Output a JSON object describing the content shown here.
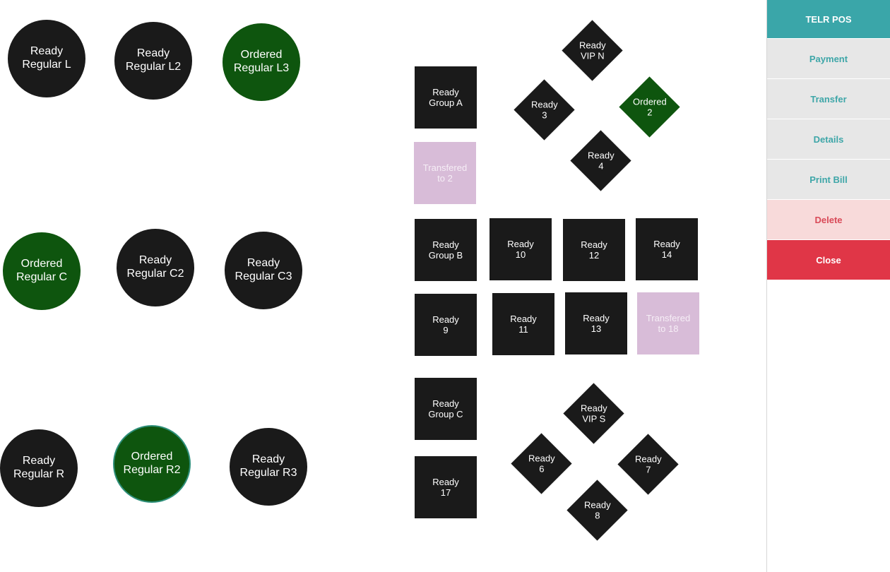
{
  "sidebar": {
    "title": "TELR POS",
    "payment": "Payment",
    "transfer": "Transfer",
    "details": "Details",
    "print_bill": "Print Bill",
    "delete": "Delete",
    "close": "Close"
  },
  "colors": {
    "ready": "#1a1a1a",
    "ordered": "#0e550e",
    "transfered": "#d8bcd8",
    "accent": "#3aa6a9",
    "close": "#e03647"
  },
  "tables": {
    "regular_l": {
      "status": "Ready",
      "name": "Regular L"
    },
    "regular_l2": {
      "status": "Ready",
      "name": "Regular L2"
    },
    "regular_l3": {
      "status": "Ordered",
      "name": "Regular L3"
    },
    "regular_c": {
      "status": "Ordered",
      "name": "Regular C"
    },
    "regular_c2": {
      "status": "Ready",
      "name": "Regular C2"
    },
    "regular_c3": {
      "status": "Ready",
      "name": "Regular C3"
    },
    "regular_r": {
      "status": "Ready",
      "name": "Regular R"
    },
    "regular_r2": {
      "status": "Ordered",
      "name": "Regular R2"
    },
    "regular_r3": {
      "status": "Ready",
      "name": "Regular R3"
    },
    "group_a": {
      "status": "Ready",
      "name": "Group A"
    },
    "transfer_2": {
      "status": "Transfered",
      "name": "to 2"
    },
    "group_b": {
      "status": "Ready",
      "name": "Group B"
    },
    "t10": {
      "status": "Ready",
      "name": "10"
    },
    "t12": {
      "status": "Ready",
      "name": "12"
    },
    "t14": {
      "status": "Ready",
      "name": "14"
    },
    "t9": {
      "status": "Ready",
      "name": "9"
    },
    "t11": {
      "status": "Ready",
      "name": "11"
    },
    "t13": {
      "status": "Ready",
      "name": "13"
    },
    "transfer_18": {
      "status": "Transfered",
      "name": "to 18"
    },
    "group_c": {
      "status": "Ready",
      "name": "Group C"
    },
    "t17": {
      "status": "Ready",
      "name": "17"
    },
    "vip_n": {
      "status": "Ready",
      "name": "VIP N"
    },
    "t3": {
      "status": "Ready",
      "name": "3"
    },
    "t2": {
      "status": "Ordered",
      "name": "2"
    },
    "t4": {
      "status": "Ready",
      "name": "4"
    },
    "vip_s": {
      "status": "Ready",
      "name": "VIP S"
    },
    "t6": {
      "status": "Ready",
      "name": "6"
    },
    "t7": {
      "status": "Ready",
      "name": "7"
    },
    "t8": {
      "status": "Ready",
      "name": "8"
    }
  }
}
